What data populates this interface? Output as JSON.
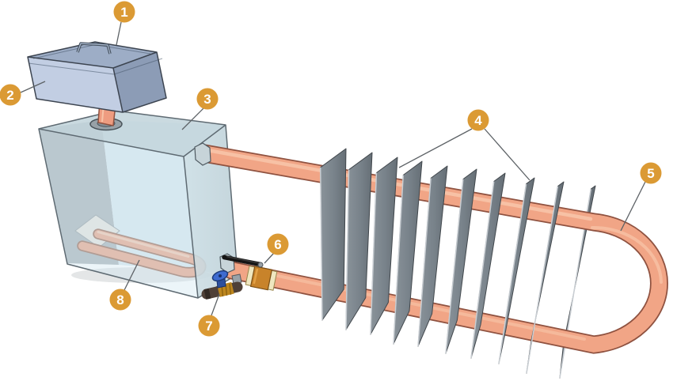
{
  "figure": {
    "type": "technical-illustration-3d",
    "background": "#FFFFFF",
    "callouts": [
      {
        "number": "1",
        "target": "expansion-tank-lid-handle"
      },
      {
        "number": "2",
        "target": "expansion-tank"
      },
      {
        "number": "3",
        "target": "heater-tank"
      },
      {
        "number": "4",
        "target": "radiator-fins"
      },
      {
        "number": "5",
        "target": "pipe-u-bend"
      },
      {
        "number": "6",
        "target": "ball-valve"
      },
      {
        "number": "7",
        "target": "drain-valve"
      },
      {
        "number": "8",
        "target": "heating-element"
      }
    ],
    "colors": {
      "callout_badge": "#DB9A34",
      "callout_number": "#FFFFFF",
      "leader_line": "#5D6266",
      "copper_pipe": "#F1A586",
      "pipe_outline": "#8F5240",
      "pipe_highlight": "#F8C6AA",
      "fin_gray": "#7E868D",
      "tank_glass": "#D8E9F0",
      "tank_wall_gray": "#AEB7BB",
      "expansion_tank_blue": "#C2CEE3",
      "brass_valve": "#C8832A",
      "valve_lever_black": "#151515",
      "drain_handle_blue": "#3E6BD0",
      "heating_element": "#ECA88D"
    }
  }
}
